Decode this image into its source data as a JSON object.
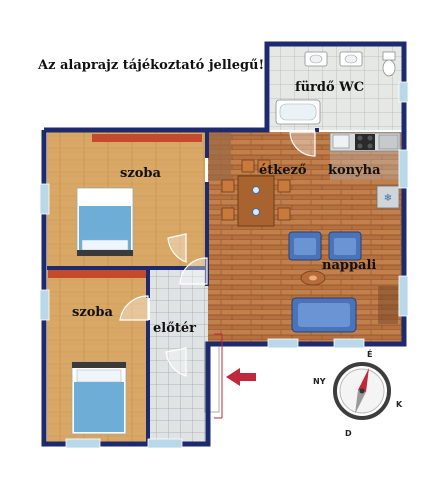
{
  "disclaimer": "Az alaprajz tájékoztató jellegű!",
  "rooms": {
    "bathroom": "fürdő WC",
    "dining": "étkező",
    "kitchen": "konyha",
    "living": "nappali",
    "bedroom_top": "szoba",
    "bedroom_bottom": "szoba",
    "hall": "előtér"
  },
  "compass": {
    "north": "É",
    "west": "NY",
    "east": "K",
    "south": "D"
  },
  "colors": {
    "wall": "#1e2a6e",
    "window": "#b9d9ea",
    "floor_oak": "#d9a866",
    "floor_wood": "#b5703f",
    "tile": "#dfe3e4",
    "bed_blue": "#6eaed6",
    "sofa_blue": "#4b74b8",
    "entrance_arrow": "#c0283c",
    "compass_needle": "#c0283c"
  }
}
